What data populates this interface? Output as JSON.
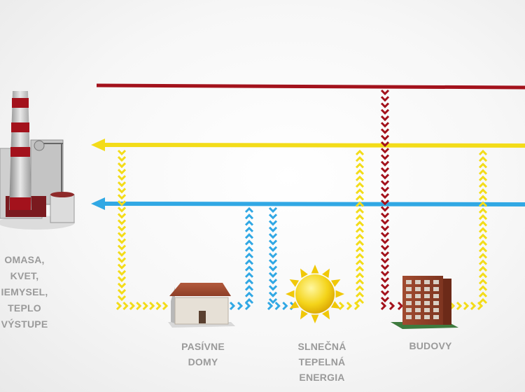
{
  "labels": {
    "left_source": [
      "OMASA,",
      "KVET,",
      "IEMYSEL,",
      "TEPLO",
      "VÝSTUPE"
    ],
    "passive_houses": [
      "PASÍVNE",
      "DOMY"
    ],
    "solar": [
      "SLNEČNÁ",
      "TEPELNÁ",
      "ENERGIA"
    ],
    "buildings": [
      "BUDOVY"
    ]
  },
  "icons": {
    "power_plant": "factory-chimney-icon",
    "house": "house-icon",
    "sun": "sun-icon",
    "building": "apartment-building-icon"
  },
  "colors": {
    "red": "#a3121c",
    "yellow": "#f3dc19",
    "blue": "#31a8e4",
    "label": "#9a9a9a"
  }
}
